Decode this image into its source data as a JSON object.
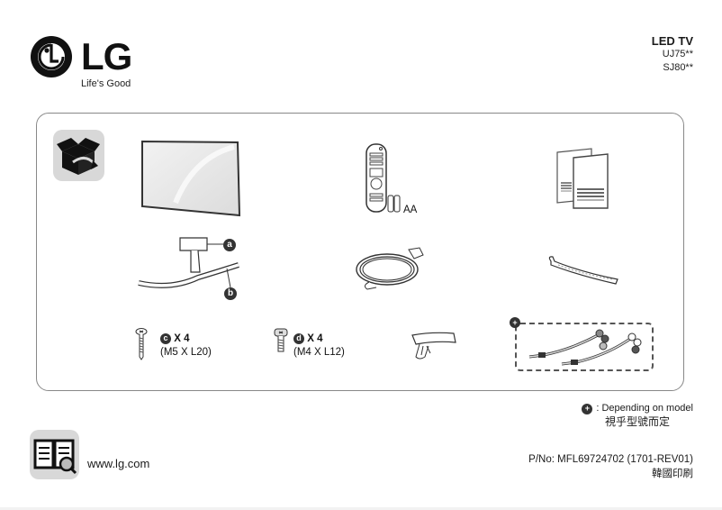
{
  "brand": {
    "name": "LG",
    "tagline": "Life's Good"
  },
  "product": {
    "type": "LED TV",
    "models": [
      "UJ75**",
      "SJ80**"
    ]
  },
  "components": {
    "remote_battery_label": "AA",
    "stand_labels": {
      "a": "a",
      "b": "b"
    },
    "screw_c": {
      "badge": "c",
      "qty": "X 4",
      "spec": "(M5 X L20)"
    },
    "screw_d": {
      "badge": "d",
      "qty": "X 4",
      "spec": "(M4 X L12)"
    },
    "optional_badge": "+"
  },
  "footer": {
    "note": {
      "icon": "plus-circle-icon",
      "text": ": Depending on model",
      "text_cjk": "視乎型號而定"
    },
    "url": "www.lg.com",
    "part_number": "P/No: MFL69724702 (1701-REV01)",
    "printed_in": "韓國印刷"
  },
  "colors": {
    "border": "#888888",
    "icon_bg": "#d8d8d8",
    "text": "#1a1a1a"
  }
}
